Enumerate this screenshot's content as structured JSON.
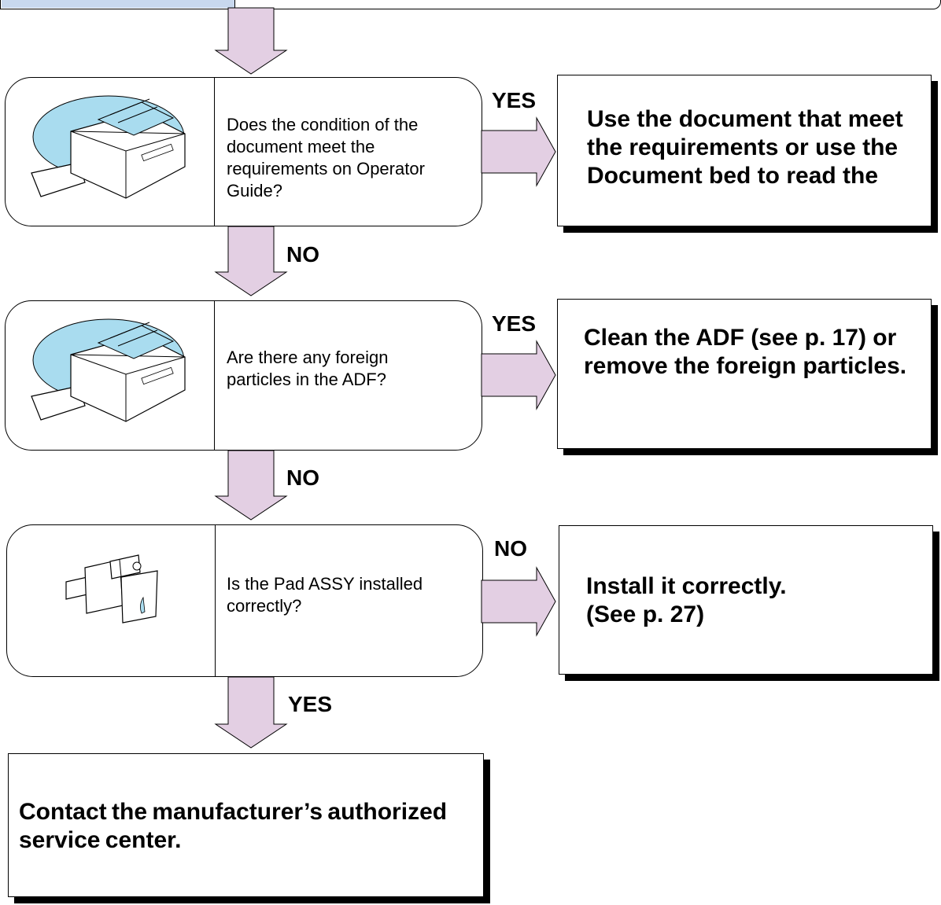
{
  "colors": {
    "arrow_fill": "#e3cfe3",
    "scanner_accent": "#a9dcef",
    "top_left_fill": "#c8d8ee"
  },
  "steps": [
    {
      "question": "Does the condition of the document meet the requirements on Operator Guide?",
      "icon": "scanner-icon",
      "branch_label": "YES",
      "action": "Use the document that meet the requirements or use the Document bed to read the",
      "next_label": "NO"
    },
    {
      "question": "Are there any foreign particles in the ADF?",
      "icon": "scanner-icon",
      "branch_label": "YES",
      "action": "Clean the ADF (see p. 17) or remove the foreign particles.",
      "next_label": "NO"
    },
    {
      "question": "Is the Pad ASSY installed correctly?",
      "icon": "pad-assy-icon",
      "branch_label": "NO",
      "action_line1": "Install it correctly.",
      "action_line2": "(See p. 27)",
      "next_label": "YES"
    }
  ],
  "final_action": "Contact the manufacturer’s authorized service center."
}
